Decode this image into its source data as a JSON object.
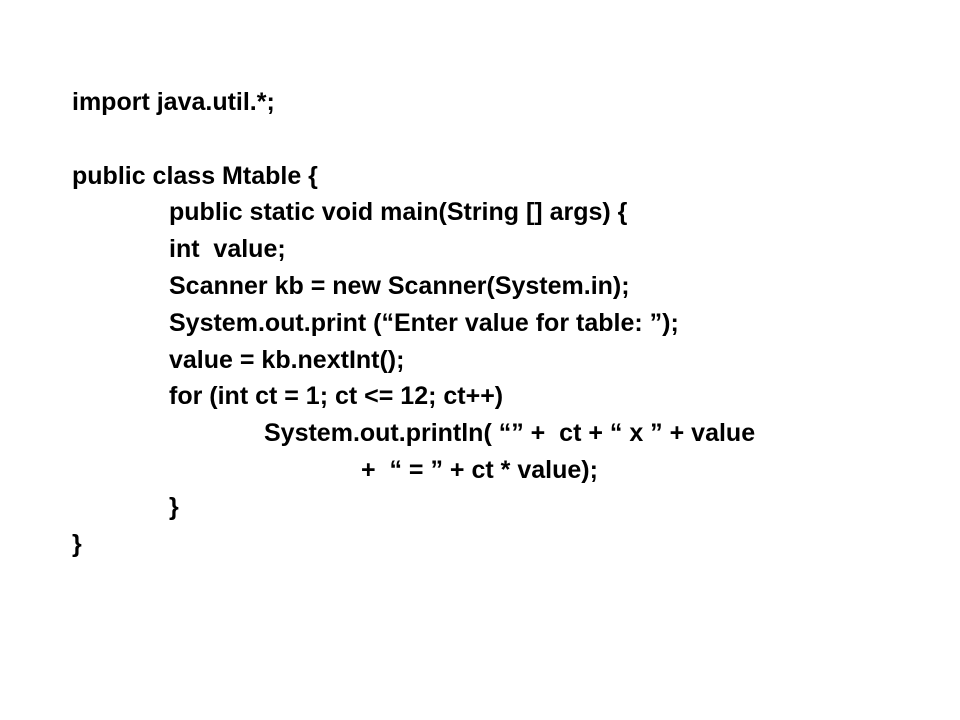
{
  "code": {
    "lines": [
      {
        "text": "import java.util.*;",
        "indent": 0
      },
      {
        "text": "",
        "indent": 0
      },
      {
        "text": "public class Mtable {",
        "indent": 0
      },
      {
        "text": "public static void main(String [] args) {",
        "indent": 1
      },
      {
        "text": "int  value;",
        "indent": 1
      },
      {
        "text": "Scanner kb = new Scanner(System.in);",
        "indent": 1
      },
      {
        "text": "System.out.print (“Enter value for table: ”);",
        "indent": 1
      },
      {
        "text": "value = kb.nextInt();",
        "indent": 1
      },
      {
        "text": "for (int ct = 1; ct <= 12; ct++)",
        "indent": 1
      },
      {
        "text": "System.out.println( “” +  ct + “ x ” + value",
        "indent": 2
      },
      {
        "text": "+  “ = ” + ct * value);",
        "indent": 3
      },
      {
        "text": "}",
        "indent": 1
      },
      {
        "text": "}",
        "indent": 0
      }
    ]
  }
}
